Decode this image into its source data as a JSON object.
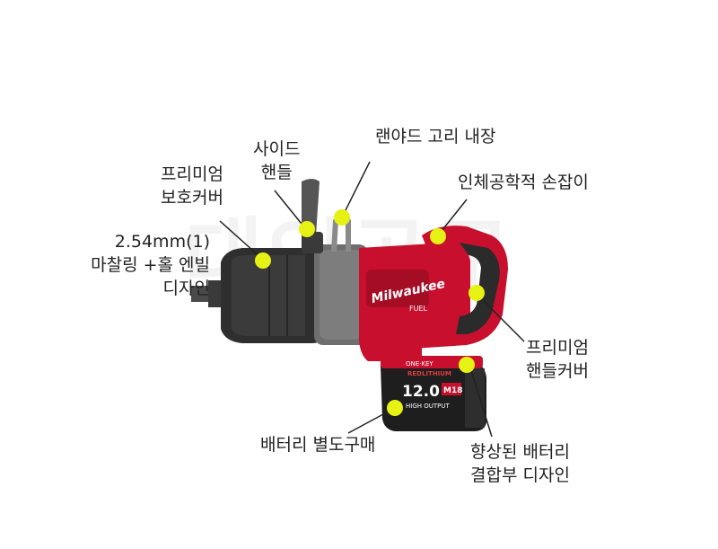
{
  "watermark": "대인공구",
  "tool": {
    "brand": "Milwaukee",
    "fuel": "FUEL",
    "one_key": "ONE·KEY",
    "battery_brand": "REDLITHIUM",
    "battery_capacity": "12.0",
    "battery_voltage": "M18",
    "battery_output": "HIGH OUTPUT"
  },
  "colors": {
    "marker": "#e6f213",
    "tool_red": "#c8102e",
    "tool_black": "#2b2b2b"
  },
  "labels": {
    "side_handle": [
      "사이드",
      "핸들"
    ],
    "lanyard": [
      "랜야드 고리 내장"
    ],
    "premium_cover": [
      "프리미엄",
      "보호커버"
    ],
    "ergonomic_grip": [
      "인체공학적 손잡이"
    ],
    "anvil": [
      "2.54mm(1)",
      "마찰링 +홀 엔빌",
      "디자인"
    ],
    "handle_cover": [
      "프리미엄",
      "핸들커버"
    ],
    "battery_sold": [
      "배터리 별도구매"
    ],
    "battery_design": [
      "향상된 배터리",
      "결합부 디자인"
    ]
  }
}
